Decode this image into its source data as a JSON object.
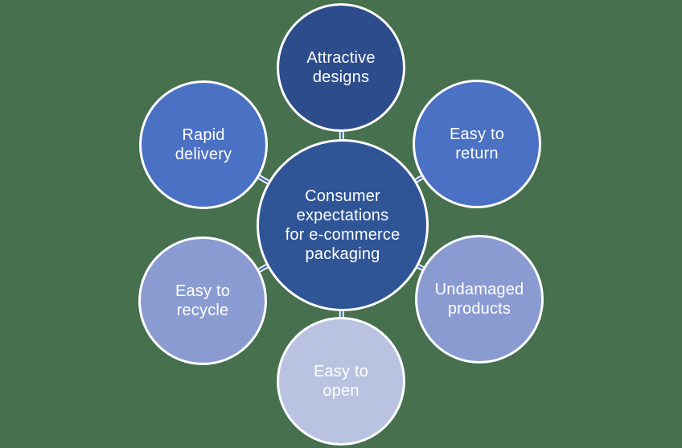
{
  "diagram": {
    "type": "radial",
    "title": "Consumer expectations for e-commerce packaging",
    "colors": {
      "background": "#47704E",
      "connector": "#4C70BE",
      "connector_halo": "#FFFFFF",
      "circle_border": "#FFFFFF",
      "text": "#FFFFFF"
    },
    "center": {
      "label": "Consumer expectations for e-commerce packaging",
      "lines": [
        "Consumer",
        "expectations",
        "for e-commerce",
        "packaging"
      ],
      "color": "#2F5597"
    },
    "nodes": [
      {
        "label": "Attractive designs",
        "lines": [
          "Attractive",
          "designs"
        ],
        "color": "#2C4C8C",
        "position": "top"
      },
      {
        "label": "Easy to return",
        "lines": [
          "Easy to",
          "return"
        ],
        "color": "#4A71C3",
        "position": "top-right"
      },
      {
        "label": "Undamaged products",
        "lines": [
          "Undamaged",
          "products"
        ],
        "color": "#8A9BD2",
        "position": "bottom-right"
      },
      {
        "label": "Easy to open",
        "lines": [
          "Easy to",
          "open"
        ],
        "color": "#B9C3E1",
        "position": "bottom"
      },
      {
        "label": "Easy to recycle",
        "lines": [
          "Easy to",
          "recycle"
        ],
        "color": "#8A9BD2",
        "position": "bottom-left"
      },
      {
        "label": "Rapid delivery",
        "lines": [
          "Rapid",
          "delivery"
        ],
        "color": "#4A71C3",
        "position": "top-left"
      }
    ]
  }
}
